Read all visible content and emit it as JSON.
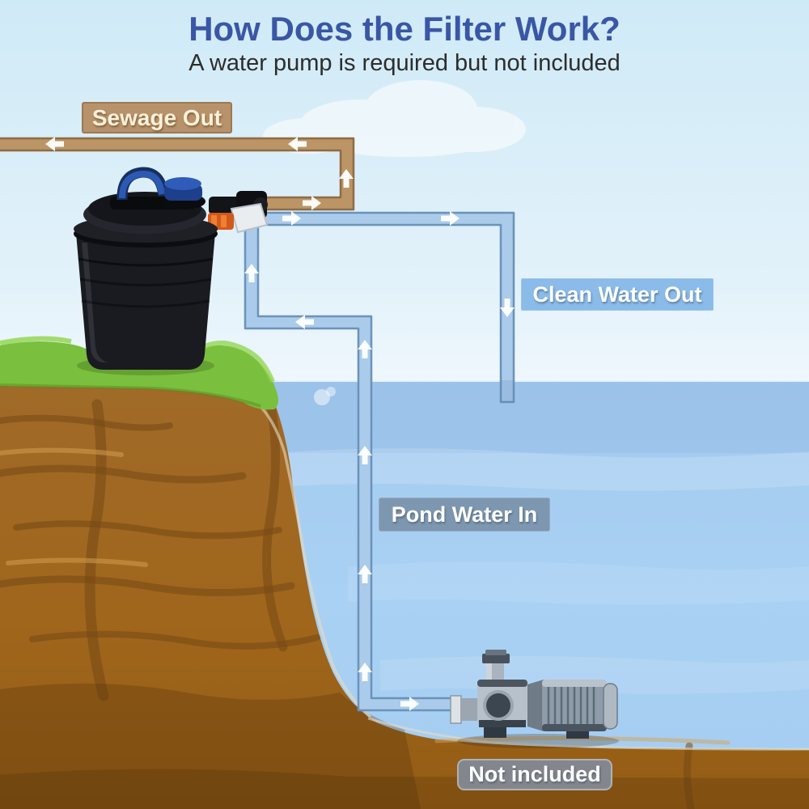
{
  "page": {
    "title": "How Does the Filter Work?",
    "subtitle": "A water pump is required but not included"
  },
  "flow_labels": {
    "sewage_out": "Sewage Out",
    "clean_water_out": "Clean Water Out",
    "pond_water_in": "Pond Water In",
    "not_included": "Not included"
  },
  "colors": {
    "title_blue": "#3a56a6",
    "sky": "#d0eaf7",
    "water": "#a6cdf1",
    "grass": "#7abf3e",
    "dirt": "#9e661e",
    "sewage_pipe": "#bb9565",
    "sewage_label_bg": "#b8926a",
    "water_pipe": "#aacbea",
    "clean_label_bg": "#8abbe9",
    "pond_label_bg": "#7e97b0",
    "not_included_bg": "#83878d",
    "filter_body": "#1a1b20",
    "filter_accent_blue": "#2d59b4",
    "pump_gray": "#8e9ca9"
  },
  "icons": {
    "flow_arrow": "white directional arrow showing flow in pipes"
  }
}
